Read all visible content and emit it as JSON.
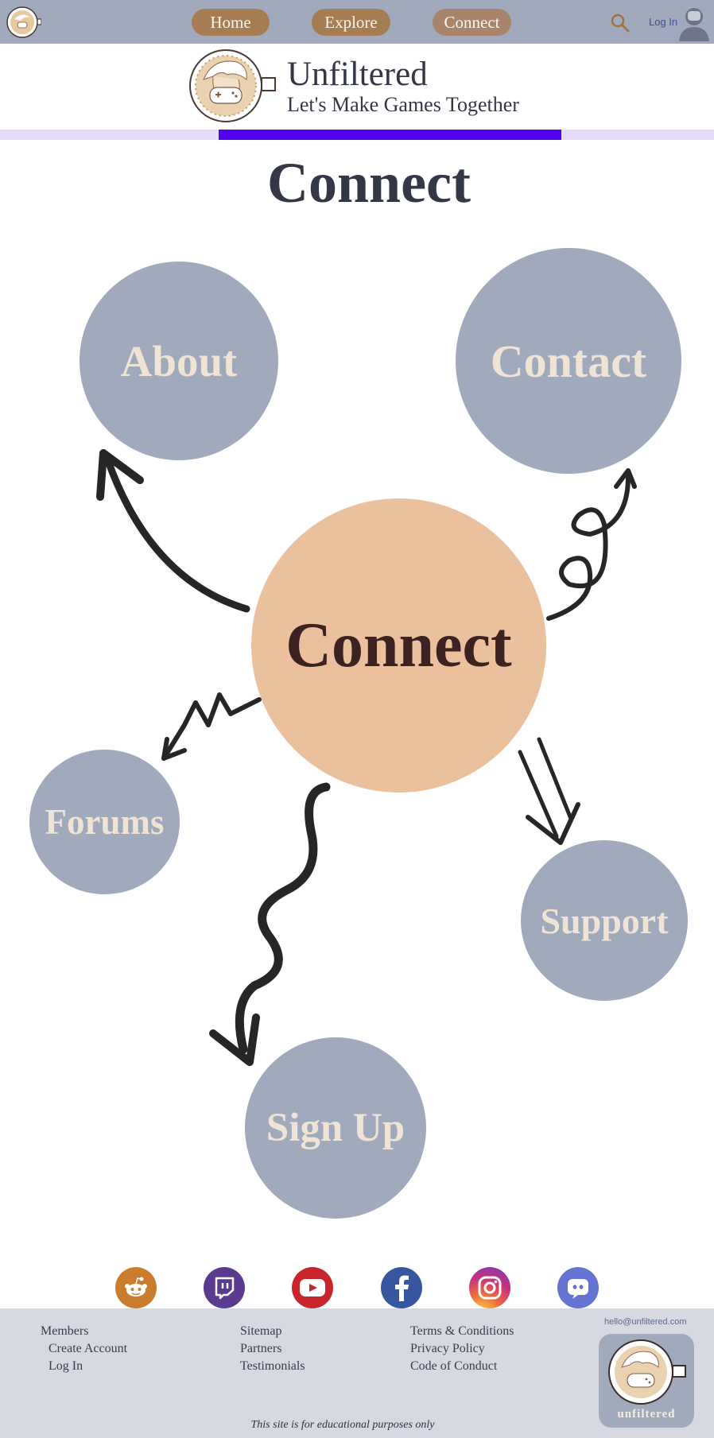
{
  "nav": {
    "items": [
      {
        "label": "Home"
      },
      {
        "label": "Explore"
      },
      {
        "label": "Connect"
      }
    ],
    "login_label": "Log In"
  },
  "header": {
    "brand": "Unfiltered",
    "tagline": "Let's Make Games Together"
  },
  "page": {
    "title": "Connect",
    "center_label": "Connect",
    "bubbles": {
      "about": "About",
      "contact": "Contact",
      "forums": "Forums",
      "support": "Support",
      "signup": "Sign Up"
    }
  },
  "social": [
    "reddit-icon",
    "twitch-icon",
    "youtube-icon",
    "facebook-icon",
    "instagram-icon",
    "discord-icon"
  ],
  "footer": {
    "col1": [
      "Members",
      "Create Account",
      "Log In"
    ],
    "col2": [
      "Sitemap",
      "Partners",
      "Testimonials"
    ],
    "col3": [
      "Terms & Conditions",
      "Privacy Policy",
      "Code of Conduct"
    ],
    "email": "hello@unfiltered.com",
    "badge_name": "unfiltered",
    "note": "This site is for educational purposes only"
  },
  "colors": {
    "nav_bar": "#a1a9bc",
    "nav_pill": "#a67c52",
    "bubble": "#a1a9bc",
    "bubble_text": "#efe3d6",
    "center_bubble": "#ebc19d",
    "accent_bar": "#5202ec",
    "accent_bar_light": "#e6dcf9",
    "footer_bg": "#d6d9e2"
  }
}
